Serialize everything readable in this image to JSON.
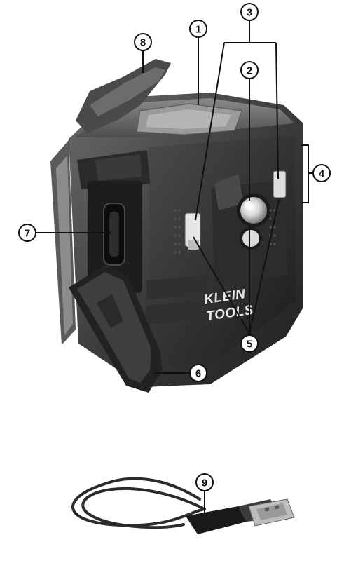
{
  "callouts": [
    "1",
    "2",
    "3",
    "4",
    "5",
    "6",
    "7",
    "8",
    "9"
  ],
  "brand": {
    "line1": "KLEIN",
    "line2": "TOOLS"
  }
}
